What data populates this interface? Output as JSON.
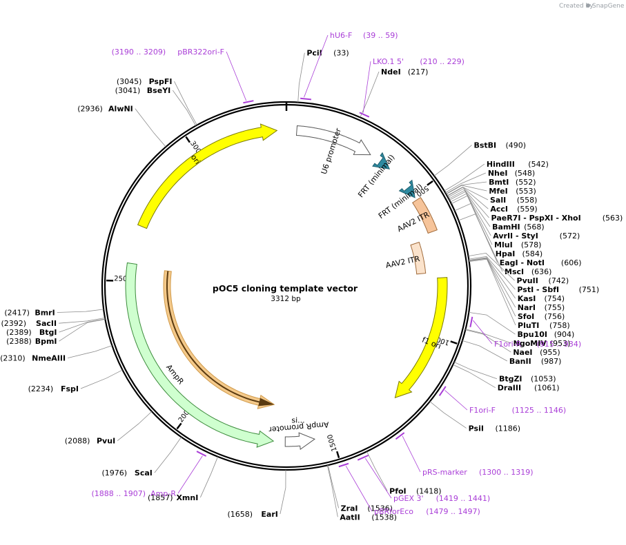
{
  "brand": {
    "created_by": "Created by",
    "product": "SnapGene"
  },
  "map": {
    "title": "pOC5 cloning template vector",
    "length_label": "3312 bp",
    "total_bp": 3312
  },
  "ticks": [
    {
      "label": "500",
      "bp": 500
    },
    {
      "label": "1000",
      "bp": 1000
    },
    {
      "label": "1500",
      "bp": 1500
    },
    {
      "label": "2000",
      "bp": 2000
    },
    {
      "label": "2500",
      "bp": 2500
    },
    {
      "label": "3000",
      "bp": 3000
    }
  ],
  "features": [
    {
      "name": "U6 promoter",
      "start": 35,
      "end": 300,
      "color": "#ffffff",
      "direction": "forward",
      "ring": "outer"
    },
    {
      "name": "FRT (minimal)",
      "start": 340,
      "end": 380,
      "color": "#2e8aa0",
      "direction": "forward",
      "ring": "outer"
    },
    {
      "name": "FRT (minimal)",
      "start": 470,
      "end": 510,
      "color": "#2e8aa0",
      "direction": "forward",
      "ring": "outer"
    },
    {
      "name": "AAV2 ITR",
      "start": 520,
      "end": 640,
      "color": "#f6c49a",
      "direction": "none",
      "ring": "outer"
    },
    {
      "name": "AAV2 ITR",
      "start": 660,
      "end": 780,
      "color": "#fbe3cc",
      "direction": "none",
      "ring": "inner"
    },
    {
      "name": "f1 ori",
      "start": 800,
      "end": 1250,
      "color": "#ffff00",
      "direction": "forward",
      "ring": "outer"
    },
    {
      "name": "AmpR promoter",
      "start": 1560,
      "end": 1660,
      "color": "#ffffff",
      "direction": "reverse",
      "ring": "outer"
    },
    {
      "name": "AmpR",
      "start": 1700,
      "end": 2560,
      "color": "#cfffcf",
      "direction": "reverse",
      "ring": "outer"
    },
    {
      "name": "ori",
      "start": 2690,
      "end": 3280,
      "color": "#ffff00",
      "direction": "forward",
      "ring": "outer"
    }
  ],
  "sites": [
    {
      "name": "PciI",
      "pos": "(33)",
      "label_side": "left"
    },
    {
      "name": "NdeI",
      "pos": "(217)",
      "label_side": "right"
    },
    {
      "name": "BstBI",
      "pos": "(490)",
      "label_side": "right"
    },
    {
      "name": "HindIII",
      "pos": "(542)",
      "label_side": "right"
    },
    {
      "name": "NheI",
      "pos": "(548)",
      "label_side": "right"
    },
    {
      "name": "BmtI",
      "pos": "(552)",
      "label_side": "right"
    },
    {
      "name": "MfeI",
      "pos": "(553)",
      "label_side": "right"
    },
    {
      "name": "SalI",
      "pos": "(558)",
      "label_side": "right"
    },
    {
      "name": "AccI",
      "pos": "(559)",
      "label_side": "right"
    },
    {
      "name": "PaeR7I - PspXI - XhoI",
      "pos": "(563)",
      "label_side": "right"
    },
    {
      "name": "BamHI",
      "pos": "(568)",
      "label_side": "right"
    },
    {
      "name": "AvrII - StyI",
      "pos": "(572)",
      "label_side": "right"
    },
    {
      "name": "MluI",
      "pos": "(578)",
      "label_side": "right"
    },
    {
      "name": "HpaI",
      "pos": "(584)",
      "label_side": "right"
    },
    {
      "name": "EagI - NotI",
      "pos": "(606)",
      "label_side": "right"
    },
    {
      "name": "MscI",
      "pos": "(636)",
      "label_side": "right"
    },
    {
      "name": "PvuII",
      "pos": "(742)",
      "label_side": "right"
    },
    {
      "name": "PstI - SbfI",
      "pos": "(751)",
      "label_side": "right"
    },
    {
      "name": "KasI",
      "pos": "(754)",
      "label_side": "right"
    },
    {
      "name": "NarI",
      "pos": "(755)",
      "label_side": "right"
    },
    {
      "name": "SfoI",
      "pos": "(756)",
      "label_side": "right"
    },
    {
      "name": "PluTI",
      "pos": "(758)",
      "label_side": "right"
    },
    {
      "name": "Bpu10I",
      "pos": "(904)",
      "label_side": "right"
    },
    {
      "name": "NgoMIV",
      "pos": "(953)",
      "label_side": "right"
    },
    {
      "name": "NaeI",
      "pos": "(955)",
      "label_side": "right"
    },
    {
      "name": "BanII",
      "pos": "(987)",
      "label_side": "right"
    },
    {
      "name": "BtgZI",
      "pos": "(1053)",
      "label_side": "right"
    },
    {
      "name": "DraIII",
      "pos": "(1061)",
      "label_side": "right"
    },
    {
      "name": "PsiI",
      "pos": "(1186)",
      "label_side": "right"
    },
    {
      "name": "PfoI",
      "pos": "(1418)",
      "label_side": "right"
    },
    {
      "name": "ZraI",
      "pos": "(1536)",
      "label_side": "right"
    },
    {
      "name": "AatII",
      "pos": "(1538)",
      "label_side": "right"
    },
    {
      "name": "EarI",
      "pos": "(1658)",
      "label_side": "left"
    },
    {
      "name": "XmnI",
      "pos": "(1857)",
      "label_side": "left"
    },
    {
      "name": "ScaI",
      "pos": "(1976)",
      "label_side": "left"
    },
    {
      "name": "PvuI",
      "pos": "(2088)",
      "label_side": "left"
    },
    {
      "name": "FspI",
      "pos": "(2234)",
      "label_side": "left"
    },
    {
      "name": "NmeAIII",
      "pos": "(2310)",
      "label_side": "left"
    },
    {
      "name": "BpmI",
      "pos": "(2388)",
      "label_side": "left"
    },
    {
      "name": "BtgI",
      "pos": "(2389)",
      "label_side": "left"
    },
    {
      "name": "SacII",
      "pos": "(2392)",
      "label_side": "left"
    },
    {
      "name": "BmrI",
      "pos": "(2417)",
      "label_side": "left"
    },
    {
      "name": "AlwNI",
      "pos": "(2936)",
      "label_side": "left"
    },
    {
      "name": "BseYI",
      "pos": "(3041)",
      "label_side": "left"
    },
    {
      "name": "PspFI",
      "pos": "(3045)",
      "label_side": "left"
    }
  ],
  "primers": [
    {
      "name": "hU6-F",
      "range": "(39 .. 59)"
    },
    {
      "name": "LKO.1 5'",
      "range": "(210 .. 229)"
    },
    {
      "name": "F1ori-R",
      "range": "(915 .. 934)"
    },
    {
      "name": "F1ori-F",
      "range": "(1125 .. 1146)"
    },
    {
      "name": "pRS-marker",
      "range": "(1300 .. 1319)"
    },
    {
      "name": "pGEX 3'",
      "range": "(1419 .. 1441)"
    },
    {
      "name": "pBRforEco",
      "range": "(1479 .. 1497)"
    },
    {
      "name": "Amp-R",
      "range": "(1888 .. 1907)"
    },
    {
      "name": "pBR322ori-F",
      "range": "(3190 .. 3209)"
    }
  ],
  "truncated_feature_label": "si..."
}
